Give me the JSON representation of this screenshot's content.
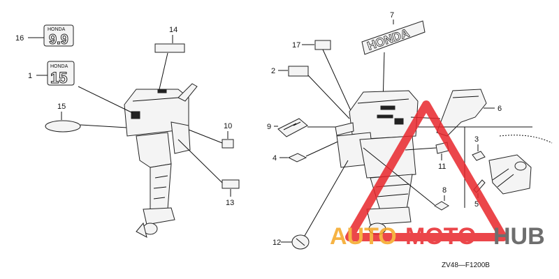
{
  "callouts": {
    "c16": "16",
    "c14": "14",
    "c1": "1",
    "c15": "15",
    "c10": "10",
    "c13": "13",
    "c7": "7",
    "c17": "17",
    "c2": "2",
    "c6": "6",
    "c9": "9",
    "c3": "3",
    "c4": "4",
    "c11": "11",
    "c8": "8",
    "c5": "5",
    "c12": "12"
  },
  "decals": {
    "brand_small": "HONDA",
    "brand_large": "HONDA",
    "model_9_9": "9.9",
    "model_15": "15"
  },
  "watermark": {
    "part1": "AUTO",
    "part2": "MOTO",
    "part3": "HUB",
    "color_primary": "#e8262b",
    "color_accent": "#f5a623",
    "color_dark": "#555555"
  },
  "diagram_code": "ZV48—F1200B"
}
